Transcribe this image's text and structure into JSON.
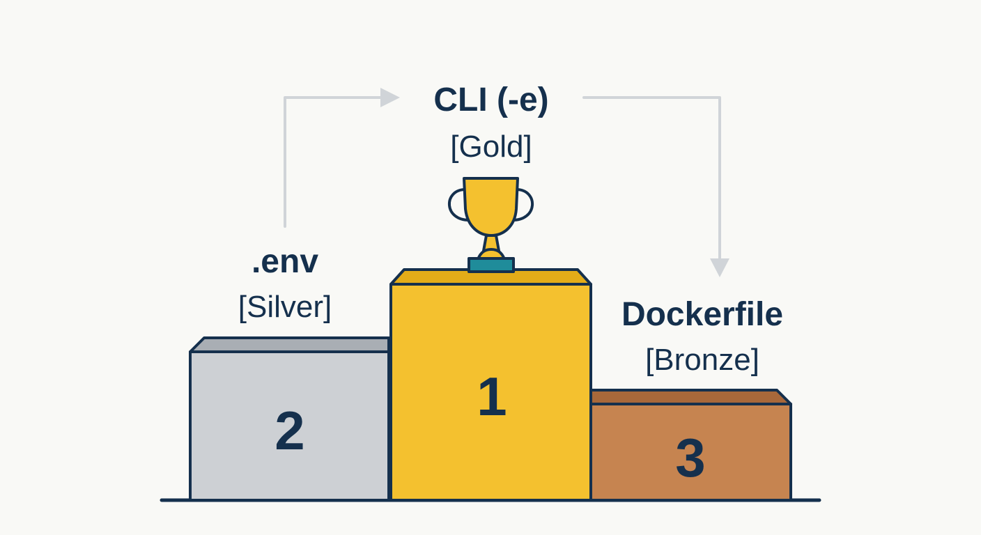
{
  "podium": {
    "first": {
      "name": "CLI (-e)",
      "rank": "[Gold]",
      "number": "1"
    },
    "second": {
      "name": ".env",
      "rank": "[Silver]",
      "number": "2"
    },
    "third": {
      "name": "Dockerfile",
      "rank": "[Bronze]",
      "number": "3"
    }
  },
  "colors": {
    "background": "#f9f9f6",
    "outline": "#15304d",
    "gold": "#f4c12f",
    "gold_top": "#e3ac18",
    "silver": "#cdd0d4",
    "silver_top": "#a9aeb4",
    "bronze": "#c68450",
    "bronze_top": "#a8683a",
    "trophy_base": "#1f8c9a",
    "arrow": "#d0d4d8"
  },
  "icons": {
    "trophy": "trophy-icon"
  }
}
